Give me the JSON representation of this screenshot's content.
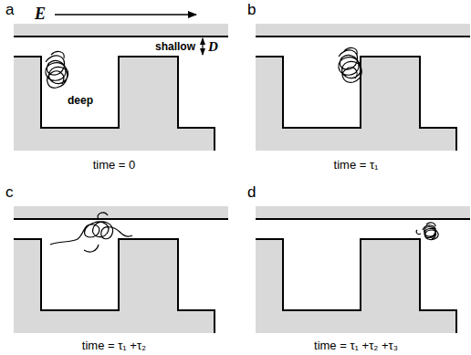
{
  "diagram": {
    "labels": [
      "a",
      "E",
      "shallow",
      "D",
      "deep",
      "time = 0",
      "b",
      "time = τ₁",
      "c",
      "time = τ₁ +τ₂",
      "d",
      "time = τ₁ +τ₂ +τ₃"
    ]
  }
}
